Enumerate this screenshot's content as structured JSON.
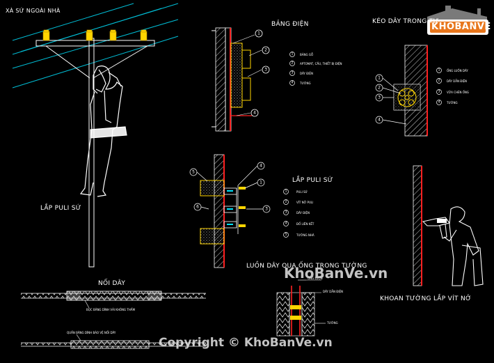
{
  "titles": {
    "xa_su": "XÀ SỨ NGOÀI NHÀ",
    "lap_puli_su_left": "LẮP PULI SỨ",
    "bang_dien": "BẢNG ĐIỆN",
    "keo_day": "KÉO DÂY TRONG TƯ",
    "lap_puli_su_mid": "LẮP PULI SỨ",
    "luon_day": "LUỒN DÂY QUA ỐNG TRONG TƯỜNG",
    "khoan_tuong": "KHOAN TƯỜNG LẮP VÍT NỞ",
    "noi_day": "NỐI DÂY"
  },
  "legends": {
    "bang_dien": [
      {
        "num": "1",
        "text": "BẢNG GỖ"
      },
      {
        "num": "2",
        "text": "APTOMAT, CẦU, THIẾT BỊ ĐIỆN"
      },
      {
        "num": "3",
        "text": "DÂY ĐIỆN"
      },
      {
        "num": "4",
        "text": "TƯỜNG"
      }
    ],
    "keo_day": [
      {
        "num": "1",
        "text": "ỐNG LUỒN DÂY"
      },
      {
        "num": "2",
        "text": "DÂY DẪN ĐIỆN"
      },
      {
        "num": "3",
        "text": "VỮA CHÈN ỐNG"
      },
      {
        "num": "4",
        "text": "TƯỜNG"
      }
    ],
    "lap_puli": [
      {
        "num": "1",
        "text": "PULI SỨ"
      },
      {
        "num": "2",
        "text": "VÍT NỞ PULI"
      },
      {
        "num": "3",
        "text": "DÂY ĐIỆN"
      },
      {
        "num": "4",
        "text": "ĐỐ LIÊN KẾT"
      },
      {
        "num": "5",
        "text": "TƯỜNG NHÀ"
      }
    ]
  },
  "small_labels": {
    "ong_luon": "ỐNG LUỒN",
    "day_dan_dien": "DÂY DẪN ĐIỆN",
    "tuong": "TƯỜNG",
    "noi_day_1": "BỌC BĂNG DÍNH VẢI KHÔNG THẤM",
    "noi_day_2": "QUẤN BĂNG DÍNH BẢO VỆ NỐI DÂY"
  },
  "callouts": {
    "bang_dien": [
      "1",
      "2",
      "3",
      "4"
    ],
    "keo_day": [
      "1",
      "2",
      "3",
      "4"
    ],
    "lap_puli": [
      "5",
      "4",
      "1",
      "6",
      "3"
    ]
  },
  "watermarks": {
    "mid": "KhoBanVe.vn",
    "copyright": "Copyright © KhoBanVe.vn",
    "logo": "KHOBANVE"
  },
  "colors": {
    "background": "#000000",
    "wire": "#00bcd4",
    "red": "#ff2020",
    "yellow": "#ffd500",
    "cyan": "#00e5ff",
    "logo_orange": "#e8761c"
  }
}
